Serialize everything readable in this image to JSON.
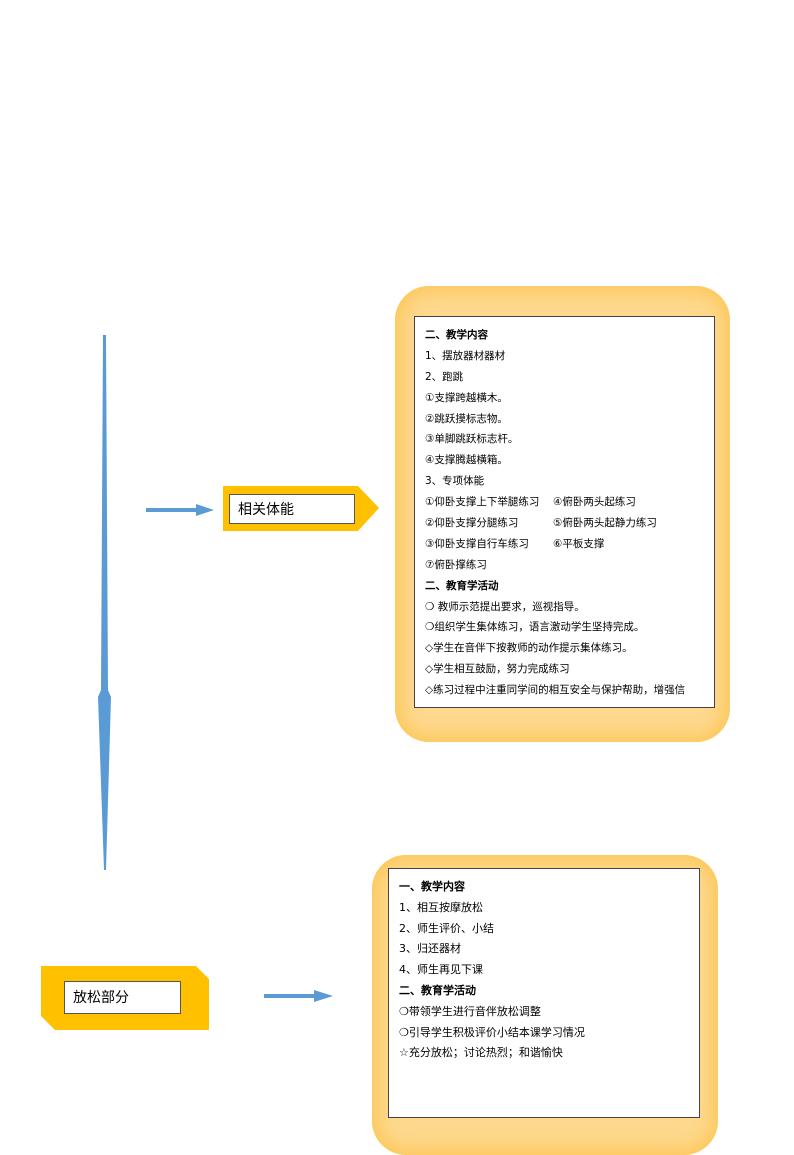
{
  "labels": {
    "related_fitness": "相关体能",
    "relax_section": "放松部分"
  },
  "card_fitness": {
    "heading_content": "二、教学内容",
    "item1": "1、摆放器材器材",
    "item2": "2、跑跳",
    "run1": "①支撑跨越横木。",
    "run2": "②跳跃摸标志物。",
    "run3": "③单脚跳跃标志杆。",
    "run4": "④支撑腾越横箱。",
    "item3": "3、专项体能",
    "sp1": "①仰卧支撑上下举腿练习",
    "sp4": "④俯卧两头起练习",
    "sp2": "②仰卧支撑分腿练习",
    "sp5": "⑤俯卧两头起静力练习",
    "sp3": "③仰卧支撑自行车练习",
    "sp6": "⑥平板支撑",
    "sp7": "⑦俯卧撑练习",
    "heading_activity": "二、教育学活动",
    "act1": "❍  教师示范提出要求，巡视指导。",
    "act2": "❍组织学生集体练习，语言激动学生坚持完成。",
    "act3": "◇学生在音伴下按教师的动作提示集体练习。",
    "act4": "◇学生相互鼓励，努力完成练习",
    "act5": "◇练习过程中注重同学间的相互安全与保护帮助，增强信"
  },
  "card_relax": {
    "heading_content": "一、教学内容",
    "item1": "1、相互按摩放松",
    "item2": "2、师生评价、小结",
    "item3": "3、归还器材",
    "item4": "4、师生再见下课",
    "heading_activity": "二、教育学活动",
    "act1": "❍带领学生进行音伴放松调整",
    "act2": "❍引导学生积极评价小结本课学习情况",
    "act3": "☆充分放松；讨论热烈；和谐愉快"
  },
  "colors": {
    "arrow": "#5b9bd5",
    "tag": "#ffc000",
    "panel": "#fdd88e"
  }
}
